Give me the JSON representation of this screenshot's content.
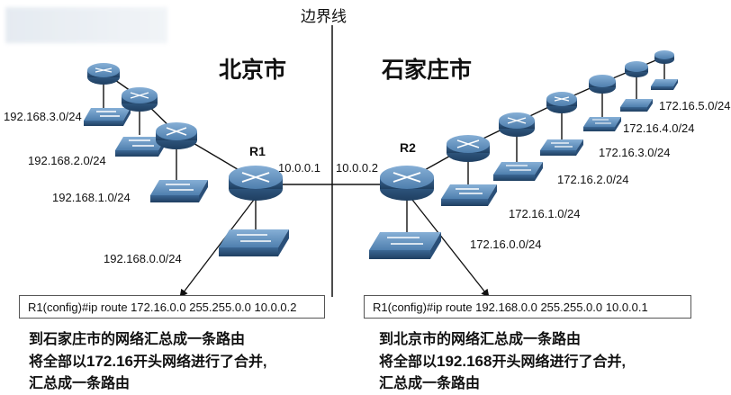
{
  "boundary": {
    "label": "边界线"
  },
  "cities": {
    "left": "北京市",
    "right": "石家庄市"
  },
  "routers": {
    "r1": {
      "label": "R1",
      "ip": "10.0.0.1"
    },
    "r2": {
      "label": "R2",
      "ip": "10.0.0.2"
    }
  },
  "networks_left": [
    "192.168.3.0/24",
    "192.168.2.0/24",
    "192.168.1.0/24",
    "192.168.0.0/24"
  ],
  "networks_right": [
    "172.16.5.0/24",
    "172.16.4.0/24",
    "172.16.3.0/24",
    "172.16.2.0/24",
    "172.16.1.0/24",
    "172.16.0.0/24"
  ],
  "commands": {
    "left": "R1(config)#ip route 172.16.0.0 255.255.0.0 10.0.0.2",
    "right": "R1(config)#ip route 192.168.0.0 255.255.0.0 10.0.0.1"
  },
  "notes": {
    "left": {
      "line1": "到石家庄市的网络汇总成一条路由",
      "line2_pre": "将全部以",
      "line2_bold": "172.16",
      "line2_post": "开头网络进行了合并,",
      "line3": "汇总成一条路由"
    },
    "right": {
      "line1": "到北京市的网络汇总成一条路由",
      "line2_pre": "将全部以",
      "line2_bold": "192.168",
      "line2_post": "开头网络进行了合并,",
      "line3": "汇总成一条路由"
    }
  },
  "colors": {
    "device": "#3f6f9c",
    "device_dark": "#27486b",
    "device_top": "#6a98c4",
    "line": "#111111"
  }
}
